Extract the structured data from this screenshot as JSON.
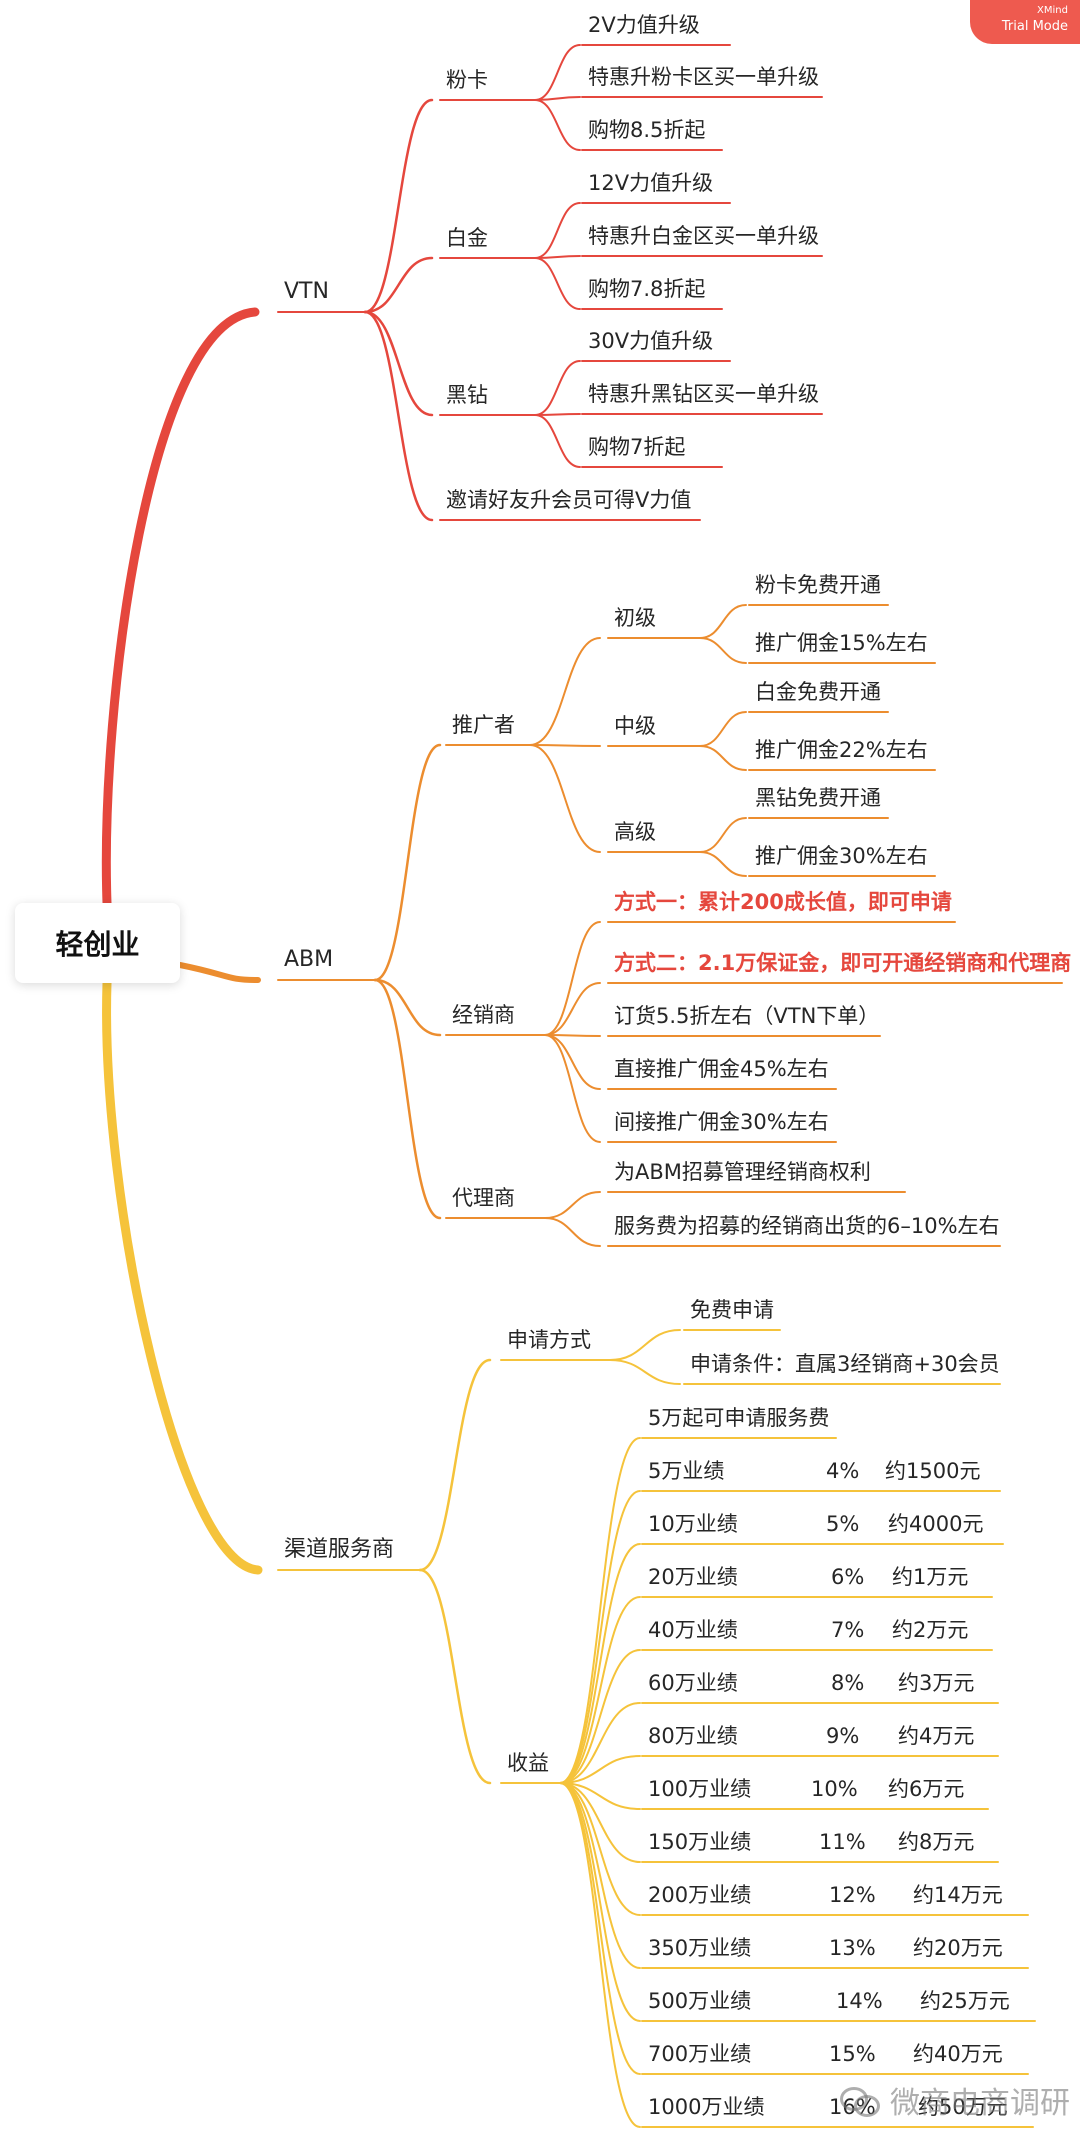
{
  "watermark_badge": {
    "line1": "XMind",
    "line2": "Trial Mode"
  },
  "root": {
    "label": "轻创业"
  },
  "vtn": {
    "label": "VTN",
    "color": "#e5473d",
    "fen_ka": {
      "label": "粉卡",
      "items": [
        "2V力值升级",
        "特惠升粉卡区买一单升级",
        "购物8.5折起"
      ]
    },
    "bai_jin": {
      "label": "白金",
      "items": [
        "12V力值升级",
        "特惠升白金区买一单升级",
        "购物7.8折起"
      ]
    },
    "hei_zuan": {
      "label": "黑钻",
      "items": [
        "30V力值升级",
        "特惠升黑钻区买一单升级",
        "购物7折起"
      ]
    },
    "invite": "邀请好友升会员可得V力值"
  },
  "abm": {
    "label": "ABM",
    "color": "#ec8d2f",
    "promoter": {
      "label": "推广者",
      "levels": [
        {
          "label": "初级",
          "items": [
            "粉卡免费开通",
            "推广佣金15%左右"
          ]
        },
        {
          "label": "中级",
          "items": [
            "白金免费开通",
            "推广佣金22%左右"
          ]
        },
        {
          "label": "高级",
          "items": [
            "黑钻免费开通",
            "推广佣金30%左右"
          ]
        }
      ]
    },
    "dealer": {
      "label": "经销商",
      "items": [
        "方式一：累计200成长值，即可申请",
        "方式二：2.1万保证金，即可开通经销商和代理商",
        "订货5.5折左右（VTN下单）",
        "直接推广佣金45%左右",
        "间接推广佣金30%左右"
      ]
    },
    "agent": {
      "label": "代理商",
      "items": [
        "为ABM招募管理经销商权利",
        "服务费为招募的经销商出货的6–10%左右"
      ]
    }
  },
  "channel": {
    "label": "渠道服务商",
    "color": "#f5c33b",
    "apply": {
      "label": "申请方式",
      "items": [
        "免费申请",
        "申请条件：直属3经销商+30会员"
      ]
    },
    "income": {
      "label": "收益",
      "intro": "5万起可申请服务费",
      "rows": [
        {
          "sales": "5万业绩",
          "rate": "4%",
          "amount": "约1500元"
        },
        {
          "sales": "10万业绩",
          "rate": "5%",
          "amount": "约4000元"
        },
        {
          "sales": "20万业绩",
          "rate": "6%",
          "amount": "约1万元"
        },
        {
          "sales": "40万业绩",
          "rate": "7%",
          "amount": "约2万元"
        },
        {
          "sales": "60万业绩",
          "rate": "8%",
          "amount": "约3万元"
        },
        {
          "sales": "80万业绩",
          "rate": "9%",
          "amount": "约4万元"
        },
        {
          "sales": "100万业绩",
          "rate": "10%",
          "amount": "约6万元"
        },
        {
          "sales": "150万业绩",
          "rate": "11%",
          "amount": "约8万元"
        },
        {
          "sales": "200万业绩",
          "rate": "12%",
          "amount": "约14万元"
        },
        {
          "sales": "350万业绩",
          "rate": "13%",
          "amount": "约20万元"
        },
        {
          "sales": "500万业绩",
          "rate": "14%",
          "amount": "约25万元"
        },
        {
          "sales": "700万业绩",
          "rate": "15%",
          "amount": "约40万元"
        },
        {
          "sales": "1000万业绩",
          "rate": "16%",
          "amount": "约50万元"
        }
      ]
    }
  },
  "footer_watermark": "微商电商调研"
}
